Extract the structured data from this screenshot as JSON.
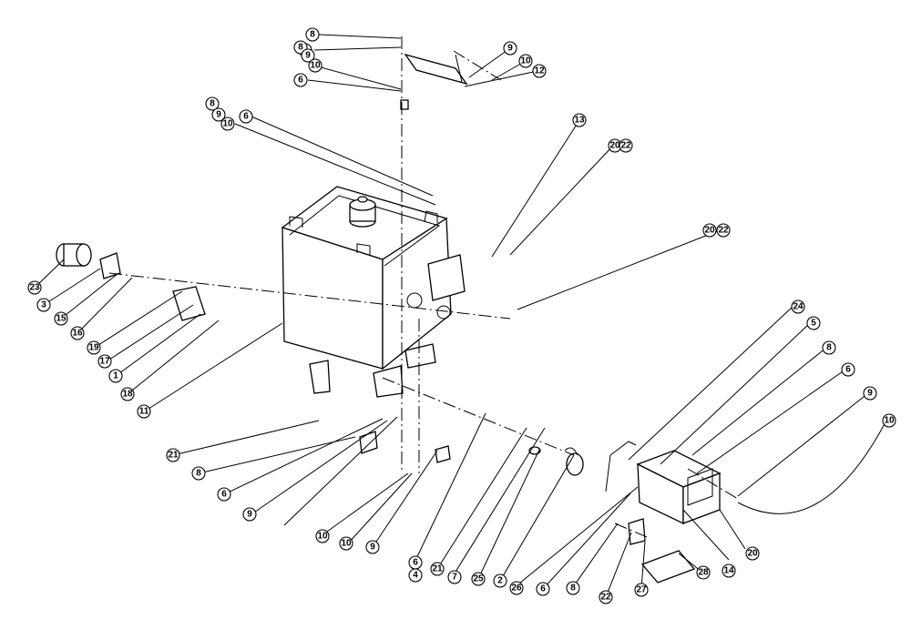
{
  "callouts": [
    "8",
    "6",
    "8",
    "9",
    "10",
    "6",
    "9",
    "10",
    "12",
    "8",
    "9",
    "10",
    "6",
    "13",
    "20",
    "22",
    "20",
    "22",
    "23",
    "3",
    "15",
    "16",
    "19",
    "17",
    "1",
    "18",
    "11",
    "24",
    "5",
    "8",
    "6",
    "9",
    "10",
    "21",
    "8",
    "6",
    "9",
    "10",
    "10",
    "9",
    "6",
    "4",
    "21",
    "7",
    "25",
    "2",
    "26",
    "6",
    "8",
    "22",
    "27",
    "28",
    "14",
    "20",
    "20"
  ]
}
